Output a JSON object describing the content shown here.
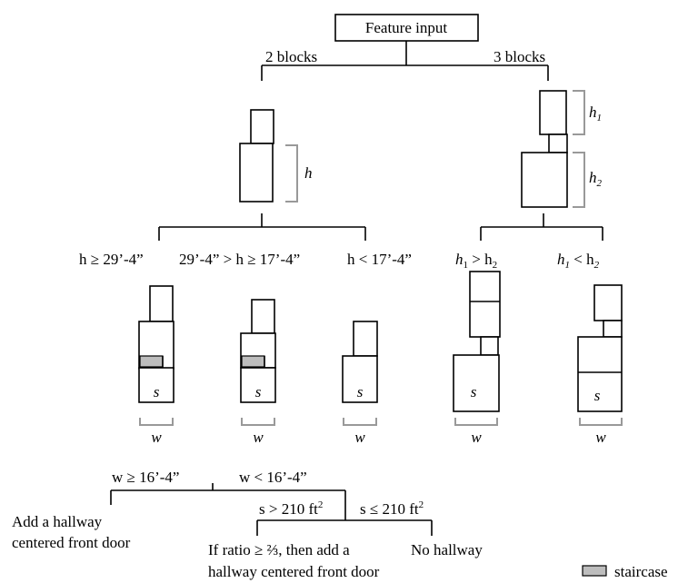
{
  "root": {
    "label": "Feature input"
  },
  "branches": {
    "two": "2 blocks",
    "three": "3 blocks"
  },
  "dims": {
    "h": "h",
    "h1": "h",
    "h1_sub": "1",
    "h2": "h",
    "h2_sub": "2"
  },
  "conditions": {
    "c1": "h ≥ 29’-4”",
    "c2": "29’-4” > h ≥ 17’-4”",
    "c3": "h < 17’-4”",
    "c4_h": "h",
    "c4_s1": "1",
    "c4_op": " > h",
    "c4_s2": "2",
    "c5_h": "h",
    "c5_s1": "1",
    "c5_op": " < h",
    "c5_s2": "2"
  },
  "footprint": {
    "s": "s",
    "w": "w"
  },
  "hallway": {
    "w_ge": "w ≥ 16’-4”",
    "w_lt": "w < 16’-4”",
    "add1": "Add a hallway",
    "add2": "centered front door",
    "s_gt": "s > 210 ft",
    "s_le": "s ≤ 210 ft",
    "sup": "2",
    "ratio1": "If ratio ≥ ⅔, then add a",
    "ratio2": "hallway centered front door",
    "none": "No hallway"
  },
  "legend": {
    "label": "staircase",
    "color": "#bdbdbd"
  }
}
